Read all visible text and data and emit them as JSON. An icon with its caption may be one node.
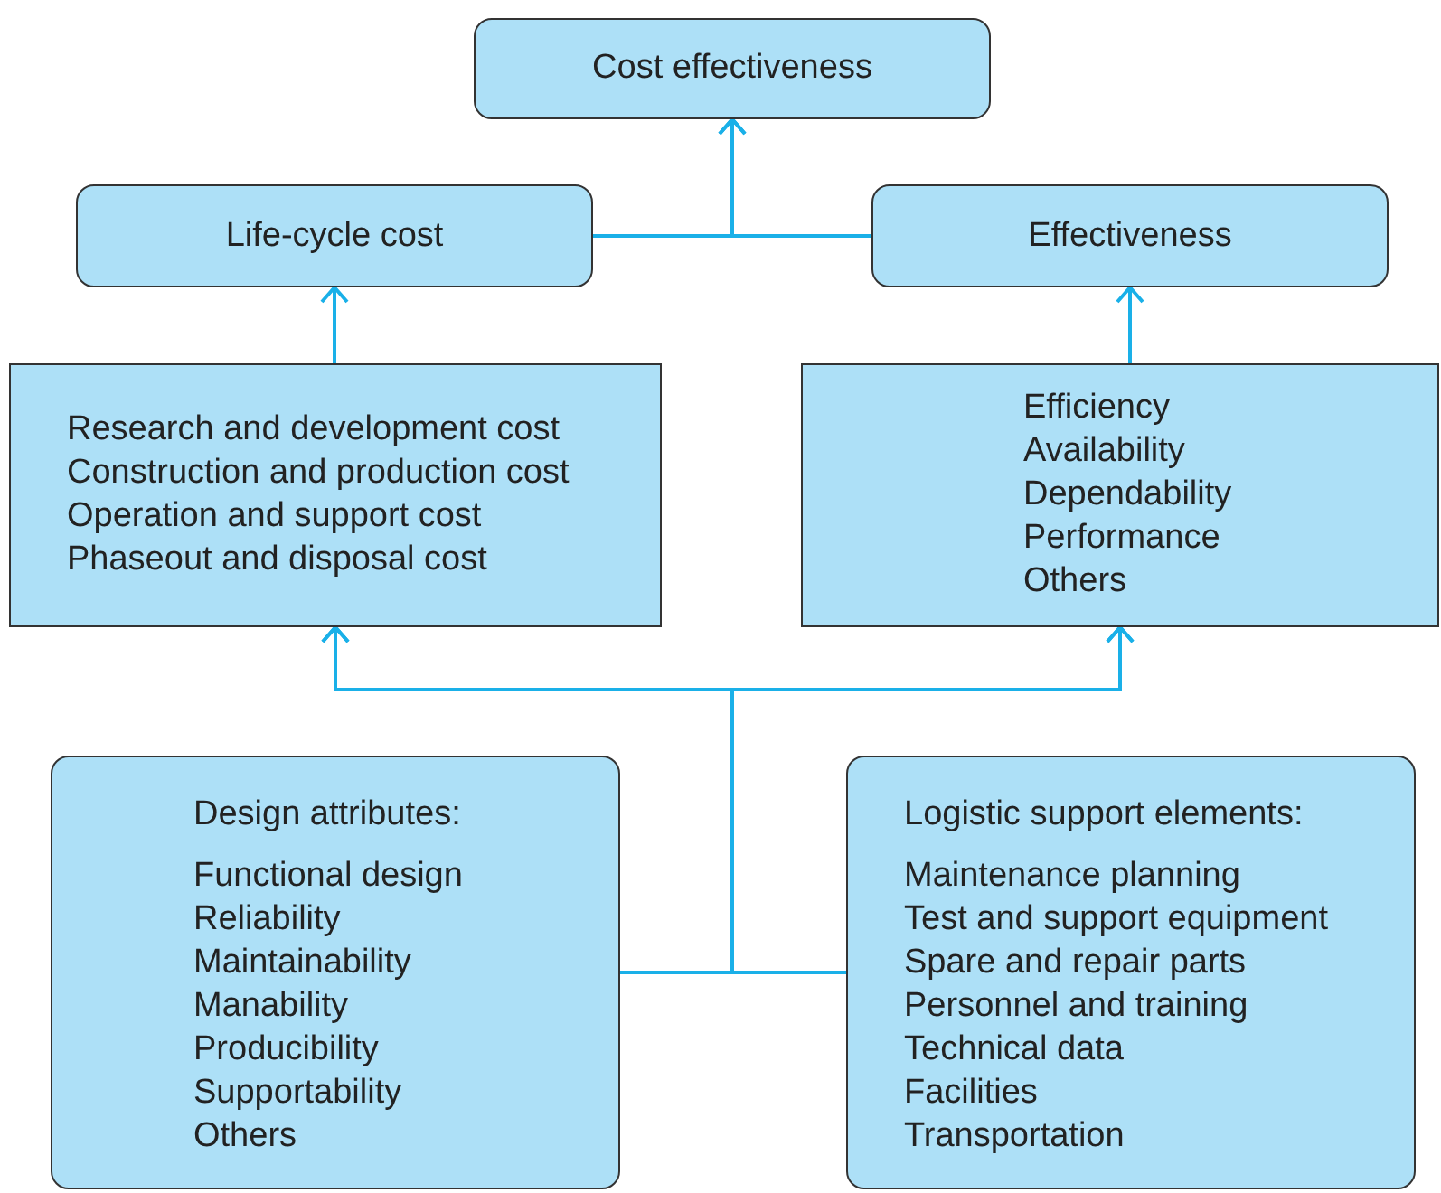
{
  "diagram": {
    "nodes": [
      {
        "text": [
          "Cost effectiveness"
        ]
      },
      {
        "text": [
          "Life-cycle cost"
        ]
      },
      {
        "text": [
          "Effectiveness"
        ]
      },
      {
        "text": [
          "Research and development cost",
          "Construction and production cost",
          "Operation and support cost",
          "Phaseout and disposal cost"
        ]
      },
      {
        "text": [
          "Efficiency",
          "Availability",
          "Dependability",
          "Performance",
          "Others"
        ]
      },
      {
        "text": [
          "Design attributes:",
          "Functional design",
          "Reliability",
          "Maintainability",
          "Manability",
          "Producibility",
          "Supportability",
          "Others"
        ]
      },
      {
        "text": [
          "Logistic support elements:",
          "Maintenance planning",
          "Test and support equipment",
          "Spare and repair parts",
          "Personnel and training",
          "Technical data",
          "Facilities",
          "Transportation"
        ]
      }
    ],
    "edges": [
      {
        "from": 1,
        "to": 0,
        "arrow": "to"
      },
      {
        "from": 2,
        "to": 0,
        "arrow": "to"
      },
      {
        "from": 3,
        "to": 1,
        "arrow": "to"
      },
      {
        "from": 4,
        "to": 2,
        "arrow": "to"
      },
      {
        "from": 5,
        "to": 3,
        "arrow": "to"
      },
      {
        "from": 5,
        "to": 4,
        "arrow": "to"
      },
      {
        "from": 6,
        "to": 3,
        "arrow": "to"
      },
      {
        "from": 6,
        "to": 4,
        "arrow": "to"
      }
    ]
  }
}
